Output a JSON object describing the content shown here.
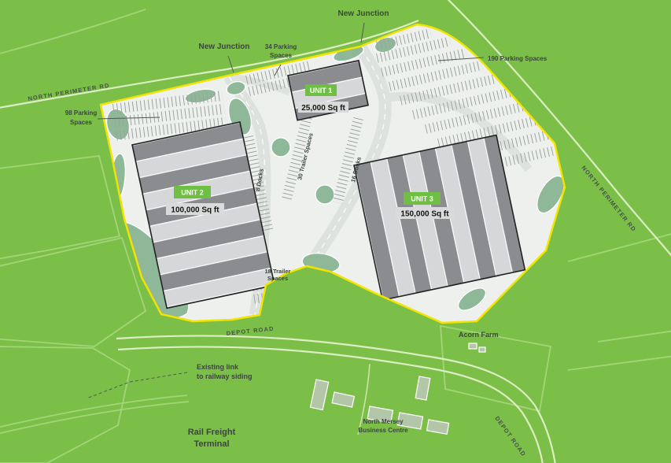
{
  "junctions": {
    "j1": "New Junction",
    "j2": "New Junction"
  },
  "parking": {
    "p34_line1": "34 Parking",
    "p34_line2": "Spaces",
    "p190": "190 Parking Spaces",
    "p98_line1": "98 Parking",
    "p98_line2": "Spaces"
  },
  "roads": {
    "north_perimeter_nw": "NORTH PERIMETER RD",
    "north_perimeter_e": "NORTH PERIMETER RD",
    "depot_w": "DEPOT ROAD",
    "depot_se": "DEPOT ROAD"
  },
  "units": [
    {
      "name": "UNIT 1",
      "area": "25,000 Sq ft"
    },
    {
      "name": "UNIT 2",
      "area": "100,000 Sq ft"
    },
    {
      "name": "UNIT 3",
      "area": "150,000 Sq ft"
    }
  ],
  "yard": {
    "docks_8": "8 Docks",
    "trailer_30": "30 Trailer Spaces",
    "docks_16": "16 Docks",
    "trailer_18_line1": "18 Trailer",
    "trailer_18_line2": "Spaces"
  },
  "places": {
    "acorn_farm": "Acorn Farm",
    "rail_link_line1": "Existing link",
    "rail_link_line2": "to railway siding",
    "rail_freight_line1": "Rail Freight",
    "rail_freight_line2": "Terminal",
    "business_centre_line1": "North Mersey",
    "business_centre_line2": "Business Centre"
  },
  "colors": {
    "grass": "#7cbf48",
    "site_fill": "#eef0ee",
    "boundary_yellow": "#f2e300",
    "unit_badge_green": "#6fbf44",
    "building_gray": "#85878a",
    "landscape_green": "#8fb899"
  }
}
